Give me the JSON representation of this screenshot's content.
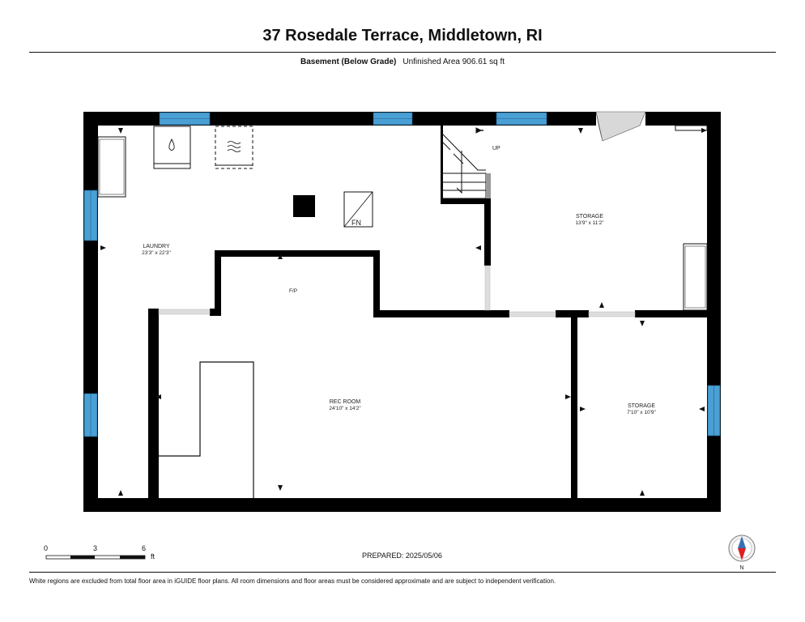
{
  "header": {
    "title": "37 Rosedale Terrace, Middletown, RI",
    "floor_label": "Basement (Below Grade)",
    "area_text": "Unfinished Area 906.61 sq ft"
  },
  "rooms": [
    {
      "name": "LAUNDRY",
      "dims": "23'3\" x 22'3\""
    },
    {
      "name": "STORAGE",
      "dims": "13'9\" x 11'2\""
    },
    {
      "name": "REC ROOM",
      "dims": "24'10\" x 14'2\""
    },
    {
      "name": "STORAGE",
      "dims": "7'10\" x 10'9\""
    }
  ],
  "labels": {
    "fireplace": "F/P",
    "stairs": "UP",
    "furnace": "FN"
  },
  "scale": {
    "ticks": [
      "0",
      "3",
      "6"
    ],
    "unit": "ft"
  },
  "compass": {
    "north": "N"
  },
  "footer": {
    "prepared": "PREPARED: 2025/05/06",
    "disclaimer": "White regions are excluded from total floor area in iGUIDE floor plans. All room dimensions and floor areas must be considered approximate and are subject to independent verification."
  },
  "colors": {
    "wall": "#000000",
    "window": "#4a9fd4",
    "door": "#dddddd",
    "compass_needle": "#e02020"
  },
  "icons": [
    "water-heater-icon",
    "heater-icon",
    "furnace-icon",
    "compass-icon"
  ]
}
